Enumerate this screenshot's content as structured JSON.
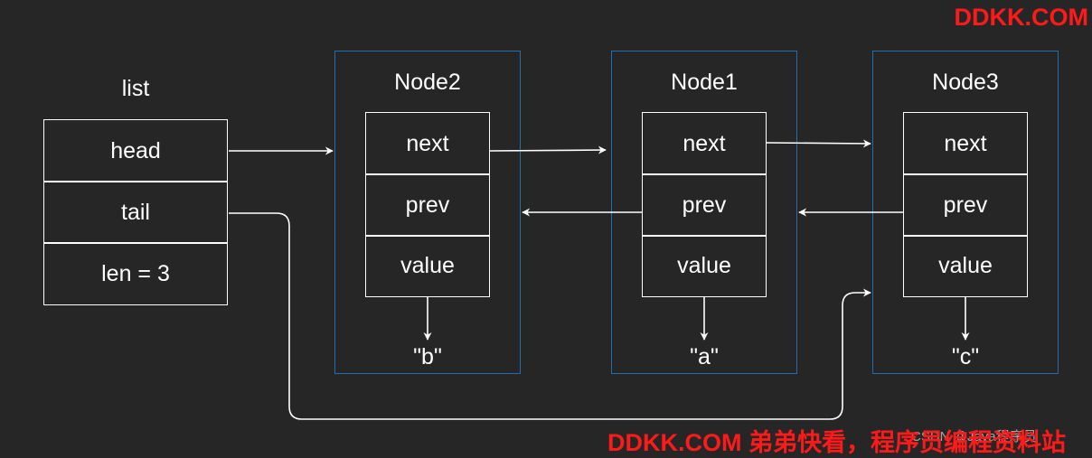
{
  "list": {
    "title": "list",
    "fields": [
      "head",
      "tail",
      "len = 3"
    ]
  },
  "nodes": [
    {
      "title": "Node2",
      "fields": [
        "next",
        "prev",
        "value"
      ],
      "value": "\"b\""
    },
    {
      "title": "Node1",
      "fields": [
        "next",
        "prev",
        "value"
      ],
      "value": "\"a\""
    },
    {
      "title": "Node3",
      "fields": [
        "next",
        "prev",
        "value"
      ],
      "value": "\"c\""
    }
  ],
  "watermarks": {
    "top": "DDKK.COM",
    "bottom": "DDKK.COM 弟弟快看，程序员编程资料站",
    "credit": "CSDN @Java程序员"
  },
  "colors": {
    "background": "#262626",
    "node_border": "#1f6fb0",
    "line": "#ffffff",
    "watermark": "#ff1a1a"
  }
}
